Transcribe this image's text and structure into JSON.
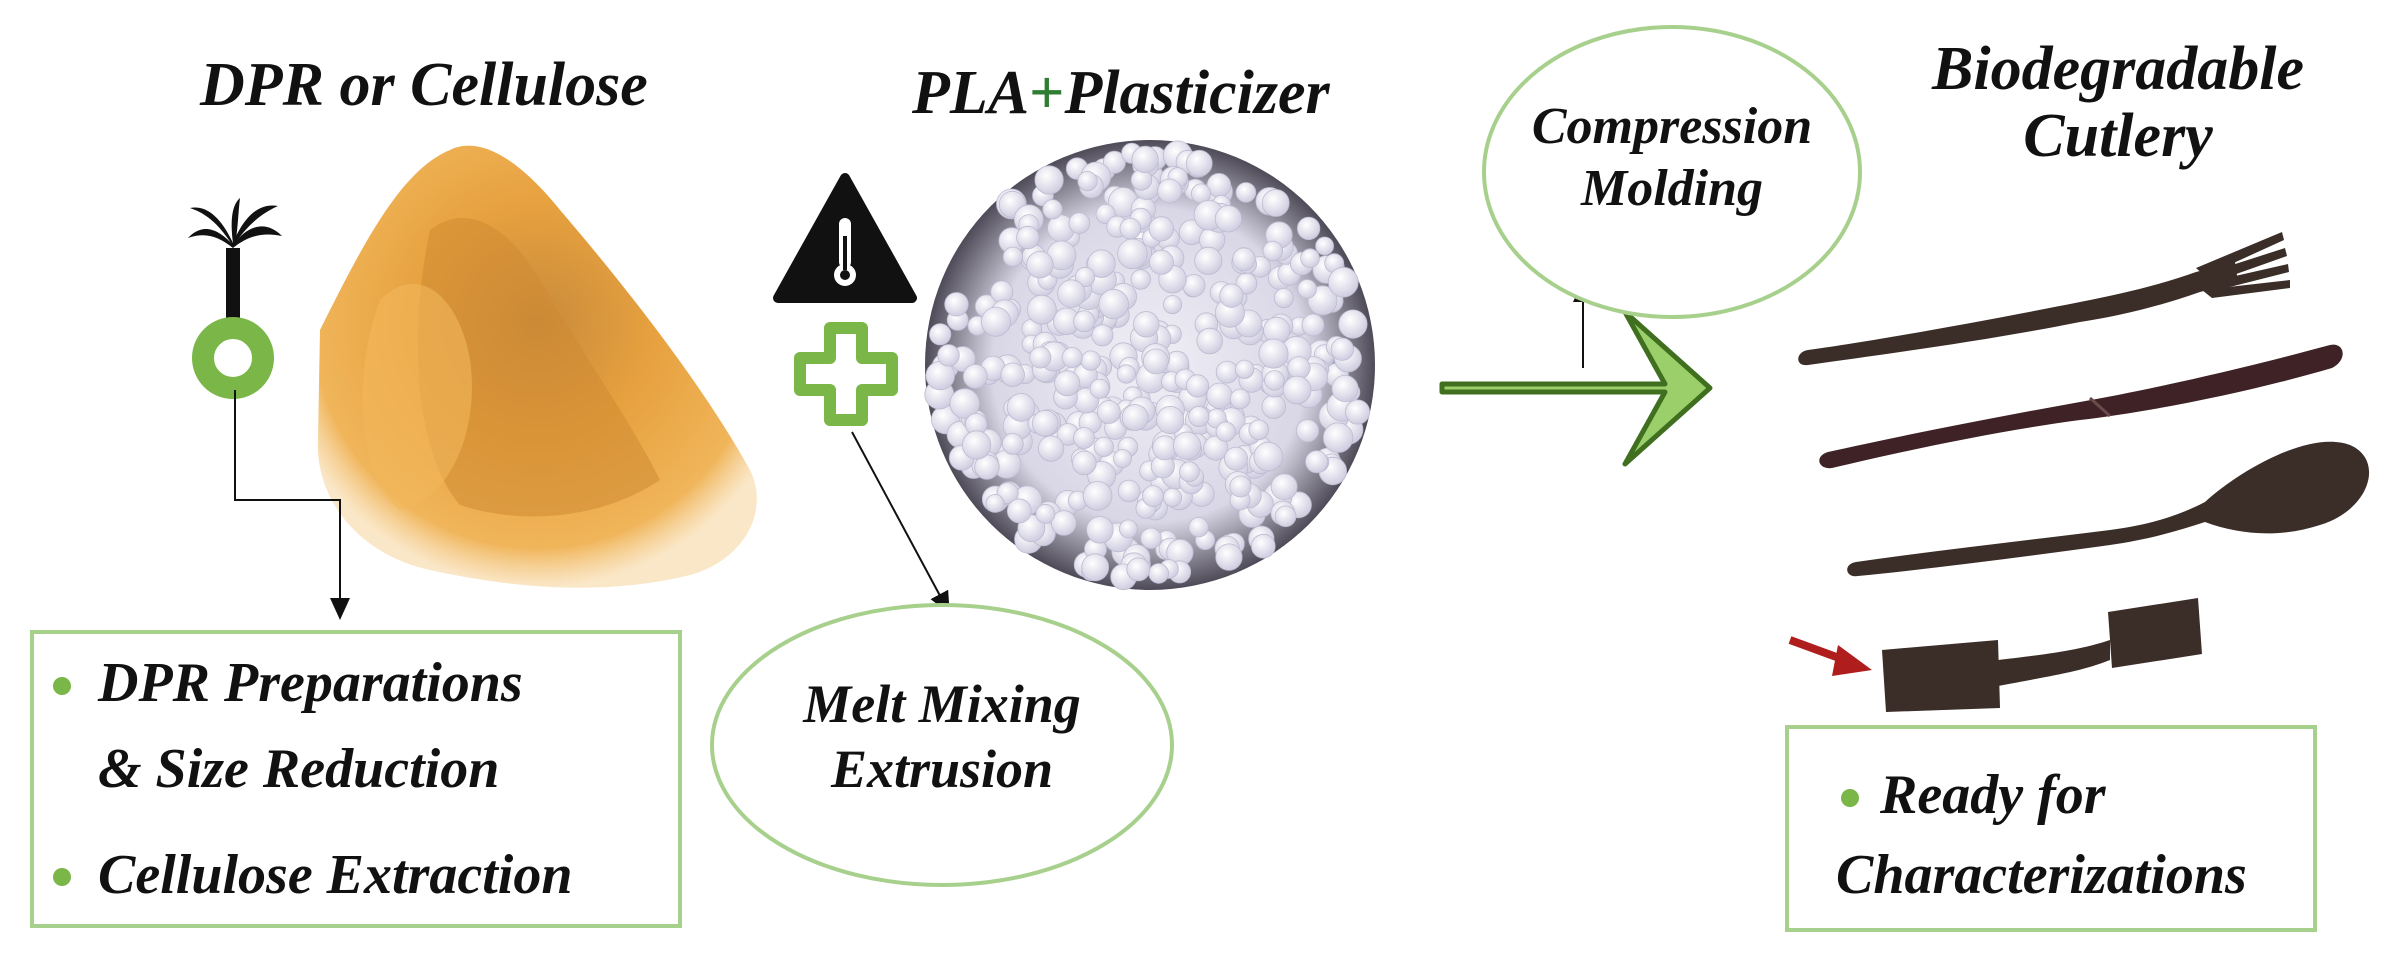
{
  "titles": {
    "raw_material": "DPR or Cellulose",
    "pla": "PLA",
    "plus": "+",
    "plasticizer": "Plasticizer",
    "product_line1": "Biodegradable",
    "product_line2": "Cutlery"
  },
  "steps": {
    "compression_line1": "Compression",
    "compression_line2": "Molding",
    "melt_line1": "Melt Mixing",
    "melt_line2": "Extrusion"
  },
  "left_box": {
    "item1_line1": "DPR Preparations",
    "item1_line2": "& Size Reduction",
    "item2": "Cellulose Extraction"
  },
  "right_box": {
    "line1": "Ready for",
    "line2": "Characterizations"
  },
  "icons": {
    "palm": "palm-tree-icon",
    "warning": "heat-warning-icon",
    "plus": "plus-icon",
    "arrow": "big-arrow-icon"
  },
  "colors": {
    "accent_green": "#7ab648",
    "box_border": "#a8d08d",
    "powder": "#e39a35",
    "pellets": "#e9e7f2",
    "cutlery": "#3b2e29",
    "red_arrow": "#b01d1d"
  }
}
